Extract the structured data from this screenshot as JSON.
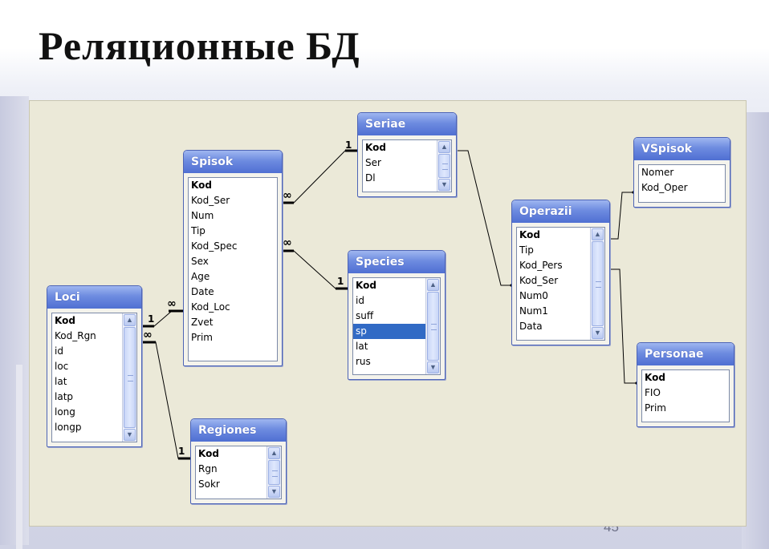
{
  "slide": {
    "title": "Реляционные БД",
    "page_number": "45"
  },
  "tables": {
    "loci": {
      "name": "Loci",
      "fields": [
        "Kod",
        "Kod_Rgn",
        "id",
        "loc",
        "lat",
        "latp",
        "long",
        "longp"
      ],
      "key_field": "Kod"
    },
    "spisok": {
      "name": "Spisok",
      "fields": [
        "Kod",
        "Kod_Ser",
        "Num",
        "Tip",
        "Kod_Spec",
        "Sex",
        "Age",
        "Date",
        "Kod_Loc",
        "Zvet",
        "Prim"
      ],
      "key_field": "Kod"
    },
    "seriae": {
      "name": "Seriae",
      "fields": [
        "Kod",
        "Ser",
        "Dl"
      ],
      "key_field": "Kod"
    },
    "species": {
      "name": "Species",
      "fields": [
        "Kod",
        "id",
        "suff",
        "sp",
        "lat",
        "rus"
      ],
      "key_field": "Kod",
      "selected_field": "sp"
    },
    "regiones": {
      "name": "Regiones",
      "fields": [
        "Kod",
        "Rgn",
        "Sokr"
      ],
      "key_field": "Kod"
    },
    "operazii": {
      "name": "Operazii",
      "fields": [
        "Kod",
        "Tip",
        "Kod_Pers",
        "Kod_Ser",
        "Num0",
        "Num1",
        "Data"
      ],
      "key_field": "Kod"
    },
    "vspisok": {
      "name": "VSpisok",
      "fields": [
        "Nomer",
        "Kod_Oper"
      ]
    },
    "personae": {
      "name": "Personae",
      "fields": [
        "Kod",
        "FIO",
        "Prim"
      ],
      "key_field": "Kod"
    }
  },
  "relationship_cardinality": {
    "one": "1",
    "many": "∞"
  },
  "colors": {
    "header_blue": "#4f6fd2",
    "canvas": "#ebe9d8",
    "selection": "#316ac5"
  },
  "icons": {
    "scroll_up": "scroll-up-arrow-icon",
    "scroll_down": "scroll-down-arrow-icon"
  }
}
